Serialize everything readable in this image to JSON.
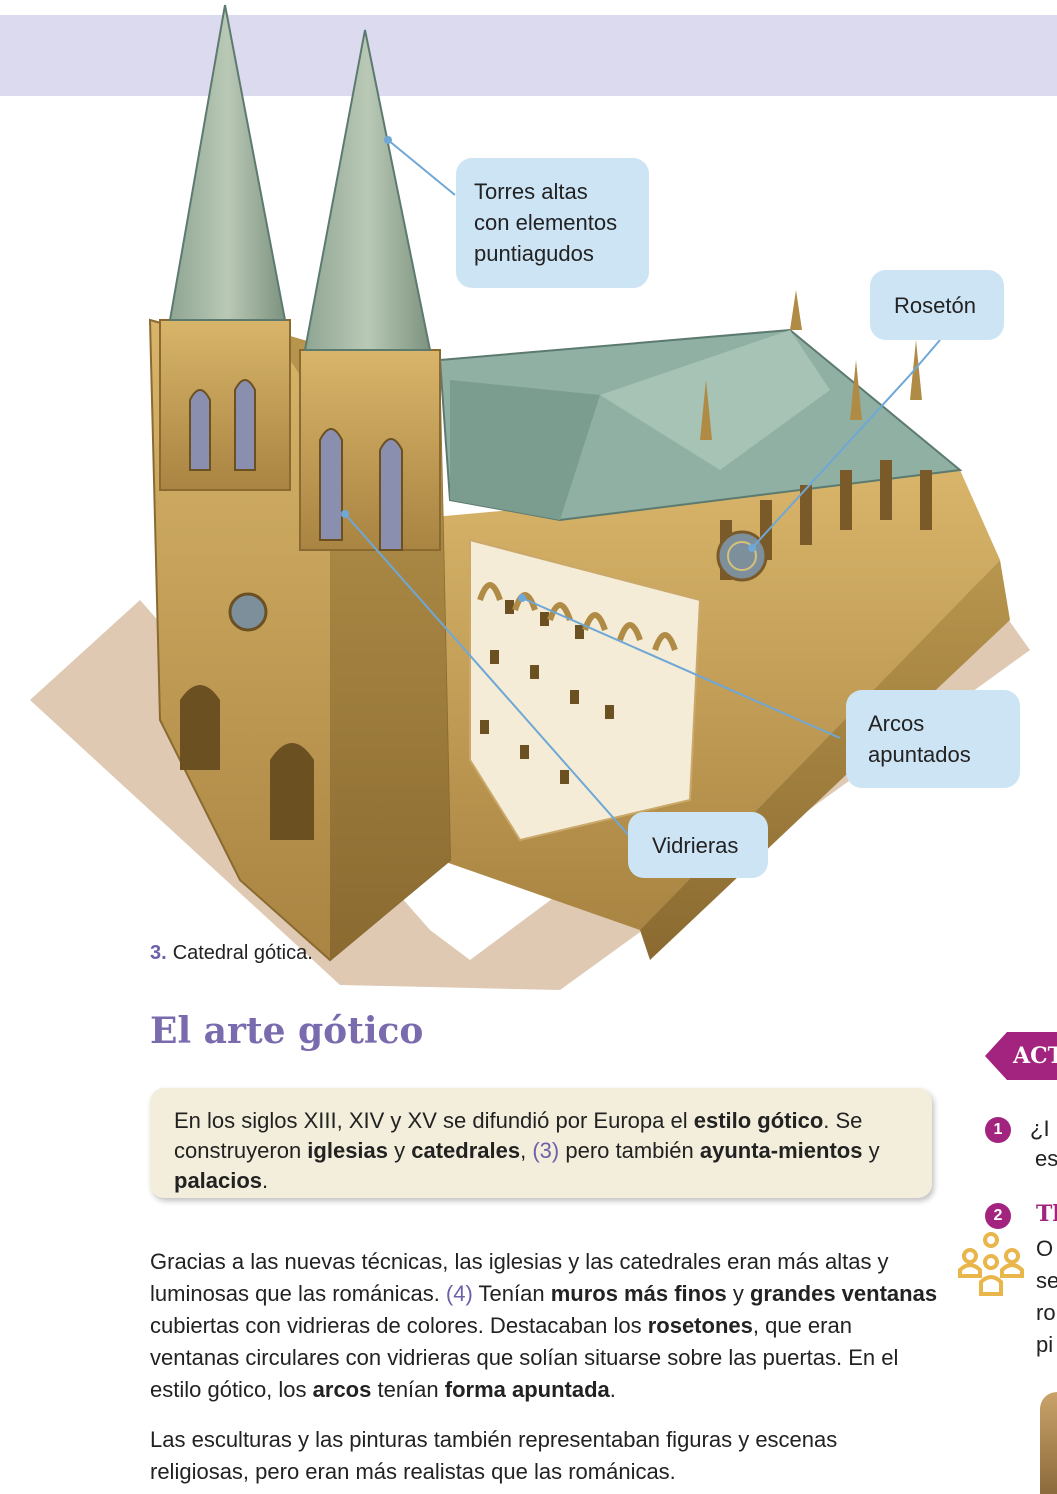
{
  "callouts": {
    "towers": "Torres altas\ncon elementos\npuntiagudos",
    "rose_window": "Rosetón",
    "arches": "Arcos\napuntados",
    "stained_glass": "Vidrieras"
  },
  "caption": {
    "number": "3.",
    "text": "Catedral gótica."
  },
  "section": {
    "title": "El arte gótico",
    "activities_tab": "ACT"
  },
  "key_box": {
    "parts": [
      "En los siglos XIII, XIV y XV se difundió por Europa el ",
      "estilo gótico",
      ". Se construyeron ",
      "iglesias",
      " y ",
      "catedrales",
      ", ",
      "(3)",
      " pero también ",
      "ayunta-mientos",
      " y ",
      "palacios",
      "."
    ]
  },
  "paragraph1": {
    "parts": [
      "Gracias a las nuevas técnicas, las iglesias y las catedrales eran más altas y luminosas que las románicas. ",
      "(4)",
      " Tenían ",
      "muros más finos",
      " y ",
      "grandes ventanas",
      " cubiertas con vidrieras de colores. Destacaban los ",
      "rosetones",
      ", que eran ventanas circulares con vidrieras que solían situarse sobre las puertas. En el estilo gótico, los ",
      "arcos",
      " tenían ",
      "forma apuntada",
      "."
    ]
  },
  "paragraph2": "Las esculturas y las pinturas también representaban figuras y escenas religiosas, pero eran más realistas que las románicas.",
  "activities": {
    "item1": {
      "number": "1",
      "line1": "¿I",
      "line2": "es"
    },
    "item2": {
      "number": "2",
      "title": "Tl",
      "line1": "O",
      "line2": "se",
      "line3": "ro",
      "line4": "pi"
    }
  },
  "colors": {
    "top_band": "#dcdaee",
    "callout_bg": "#cde4f5",
    "title": "#7a6aae",
    "accent": "#a3247f",
    "key_box_bg": "#f3eedb",
    "group_icon": "#e8b64a"
  }
}
